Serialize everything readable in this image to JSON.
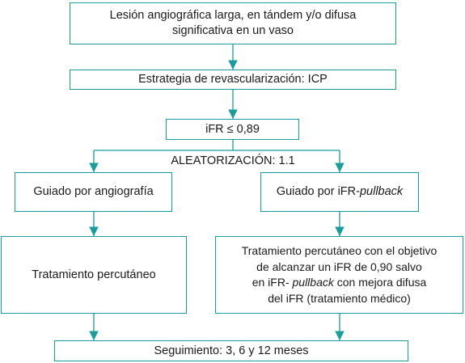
{
  "nodes": {
    "lesion": {
      "line1": "Lesión angiográfica larga, en tándem y/o difusa",
      "line2": "significativa en un vaso"
    },
    "strategy": {
      "text": "Estrategia de revascularización: ICP"
    },
    "ifr": {
      "text": "iFR ≤ 0,89"
    },
    "randomization": {
      "text": "ALEATORIZACIÓN: 1.1"
    },
    "angio_guided": {
      "text": "Guiado por angiografía"
    },
    "ifr_guided": {
      "prefix": "Guiado por iFR-",
      "italic": "pullback"
    },
    "percutaneous": {
      "text": "Tratamiento percutáneo"
    },
    "percutaneous_goal": {
      "line1": "Tratamiento percutáneo con el objetivo",
      "line2": "de alcanzar un iFR de 0,90 salvo",
      "line3_prefix": "en iFR- ",
      "line3_italic": "pullback",
      "line3_suffix": " con mejora difusa",
      "line4": "del iFR (tratamiento médico)"
    },
    "followup": {
      "text": "Seguimiento: 3, 6 y 12 meses"
    }
  },
  "colors": {
    "border": "#1a9c9c",
    "arrow": "#1a9c9c"
  }
}
